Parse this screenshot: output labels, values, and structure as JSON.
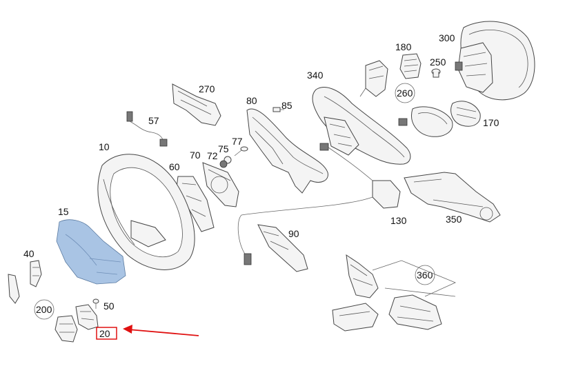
{
  "parts": {
    "p10": "10",
    "p15": "15",
    "p20": "20",
    "p40": "40",
    "p50": "50",
    "p57": "57",
    "p60": "60",
    "p70": "70",
    "p72": "72",
    "p75": "75",
    "p77": "77",
    "p80": "80",
    "p85": "85",
    "p90": "90",
    "p130": "130",
    "p170": "170",
    "p180": "180",
    "p200": "200",
    "p250": "250",
    "p260": "260",
    "p270": "270",
    "p300": "300",
    "p340": "340",
    "p350": "350",
    "p360": "360"
  },
  "colors": {
    "highlight_part": "#a9c4e4",
    "highlight_box": "#e01010",
    "arrow": "#e01010"
  },
  "highlighted_part": "20"
}
